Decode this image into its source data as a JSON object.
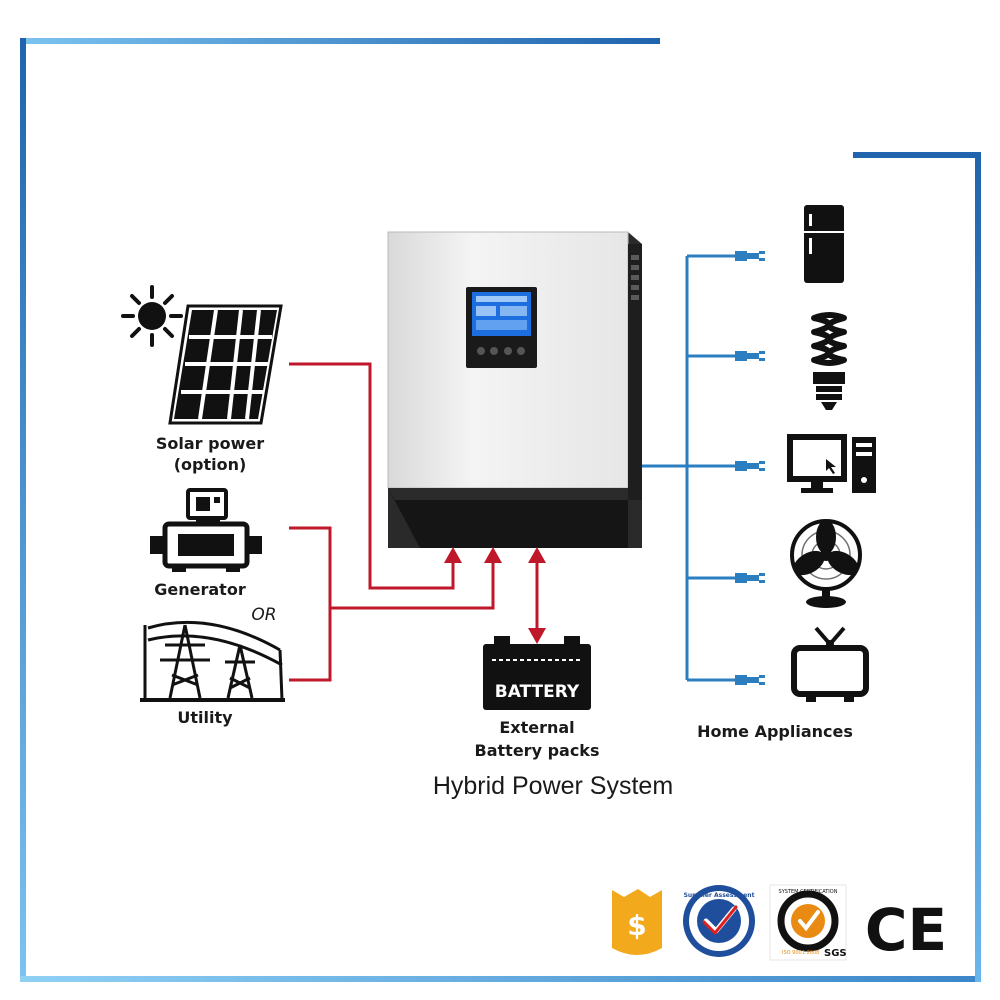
{
  "diagram": {
    "title": "Hybrid Power System",
    "sources": {
      "solar_line1": "Solar power",
      "solar_line2": "(option)",
      "generator": "Generator",
      "or": "OR",
      "utility": "Utility"
    },
    "battery": {
      "device_label": "BATTERY",
      "caption_line1": "External",
      "caption_line2": "Battery packs"
    },
    "appliances_label": "Home Appliances",
    "appliance_icons": [
      "fridge-icon",
      "bulb-icon",
      "computer-icon",
      "fan-icon",
      "tv-icon"
    ]
  },
  "badges": {
    "icons": [
      "gold-dollar-shield-icon",
      "supplier-assessment-badge-icon",
      "sgs-certification-icon",
      "ce-mark-icon"
    ],
    "supplier_text": "Supplier Assessment",
    "sgs_ring_text": "SYSTEM CERTIFICATION",
    "sgs_iso_text": "ISO 9001:2008",
    "sgs_mark": "SGS",
    "ce_mark": "CE"
  },
  "colors": {
    "frame_blue": "#1f64ad",
    "frame_light": "#6bb6ea",
    "ac_red": "#c0182b",
    "load_blue": "#2b7fc1",
    "lcd_blue": "#1d6fe0"
  }
}
